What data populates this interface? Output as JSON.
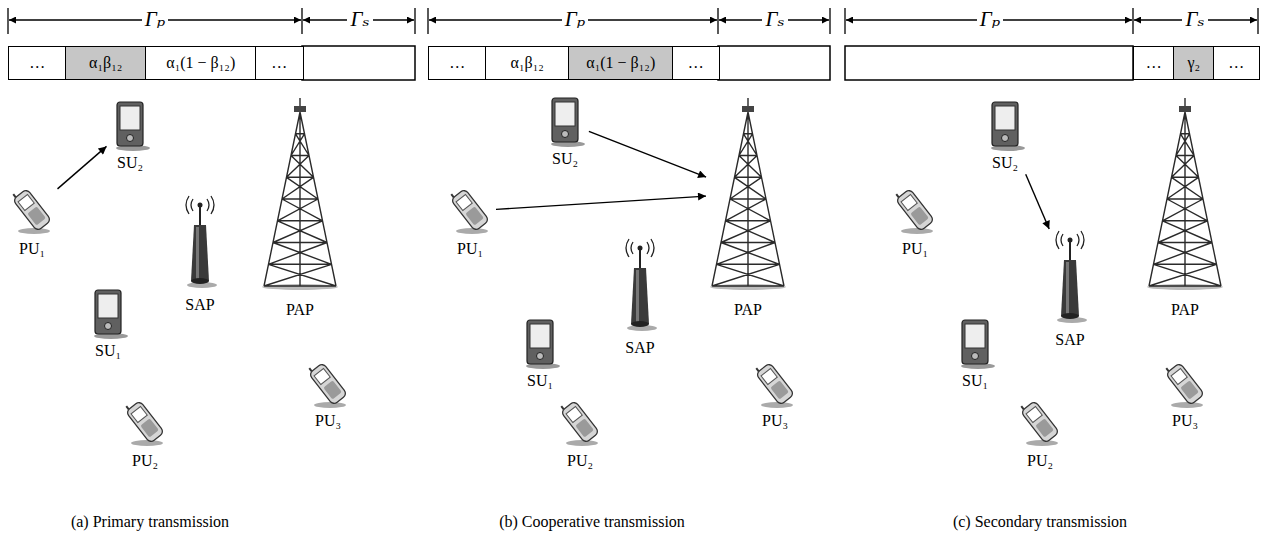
{
  "diagram": {
    "nodes": [
      {
        "text": [
          "…"
        ]
      },
      {
        "text": [
          "α₁β₁₂"
        ]
      },
      {
        "text": [
          "α₁(1 − β₁₂)"
        ]
      },
      {
        "text": [
          "…"
        ]
      },
      {
        "text": [
          "SU₂"
        ]
      },
      {
        "text": [
          "PU₁"
        ]
      },
      {
        "text": [
          "SAP"
        ]
      },
      {
        "text": [
          "PAP"
        ]
      },
      {
        "text": [
          "SU₁"
        ]
      },
      {
        "text": [
          "PU₂"
        ]
      },
      {
        "text": [
          "PU₃"
        ]
      },
      {
        "text": [
          "…"
        ]
      },
      {
        "text": [
          "α₁β₁₂"
        ]
      },
      {
        "text": [
          "α₁(1 − β₁₂)"
        ]
      },
      {
        "text": [
          "…"
        ]
      },
      {
        "text": [
          "SU₂"
        ]
      },
      {
        "text": [
          "PU₁"
        ]
      },
      {
        "text": [
          "SAP"
        ]
      },
      {
        "text": [
          "PAP"
        ]
      },
      {
        "text": [
          "SU₁"
        ]
      },
      {
        "text": [
          "PU₂"
        ]
      },
      {
        "text": [
          "PU₃"
        ]
      },
      {
        "text": [
          "…"
        ]
      },
      {
        "text": [
          "γ₂"
        ]
      },
      {
        "text": [
          "…"
        ]
      },
      {
        "text": [
          "SU₂"
        ]
      },
      {
        "text": [
          "PU₁"
        ]
      },
      {
        "text": [
          "SAP"
        ]
      },
      {
        "text": [
          "PAP"
        ]
      },
      {
        "text": [
          "SU₁"
        ]
      },
      {
        "text": [
          "PU₂"
        ]
      },
      {
        "text": [
          "PU₃"
        ]
      }
    ],
    "edges": [
      {
        "from": 5,
        "to": 4,
        "arrow": "to"
      },
      {
        "from": 15,
        "to": 18,
        "arrow": "to"
      },
      {
        "from": 16,
        "to": 18,
        "arrow": "to"
      },
      {
        "from": 25,
        "to": 27,
        "arrow": "to"
      }
    ],
    "labels": [
      "Γₚ",
      "Γₛ",
      "Γₚ",
      "Γₛ",
      "Γₚ",
      "Γₛ",
      "(a) Primary transmission",
      "(b) Cooperative transmission",
      "(c) Secondary transmission"
    ]
  }
}
